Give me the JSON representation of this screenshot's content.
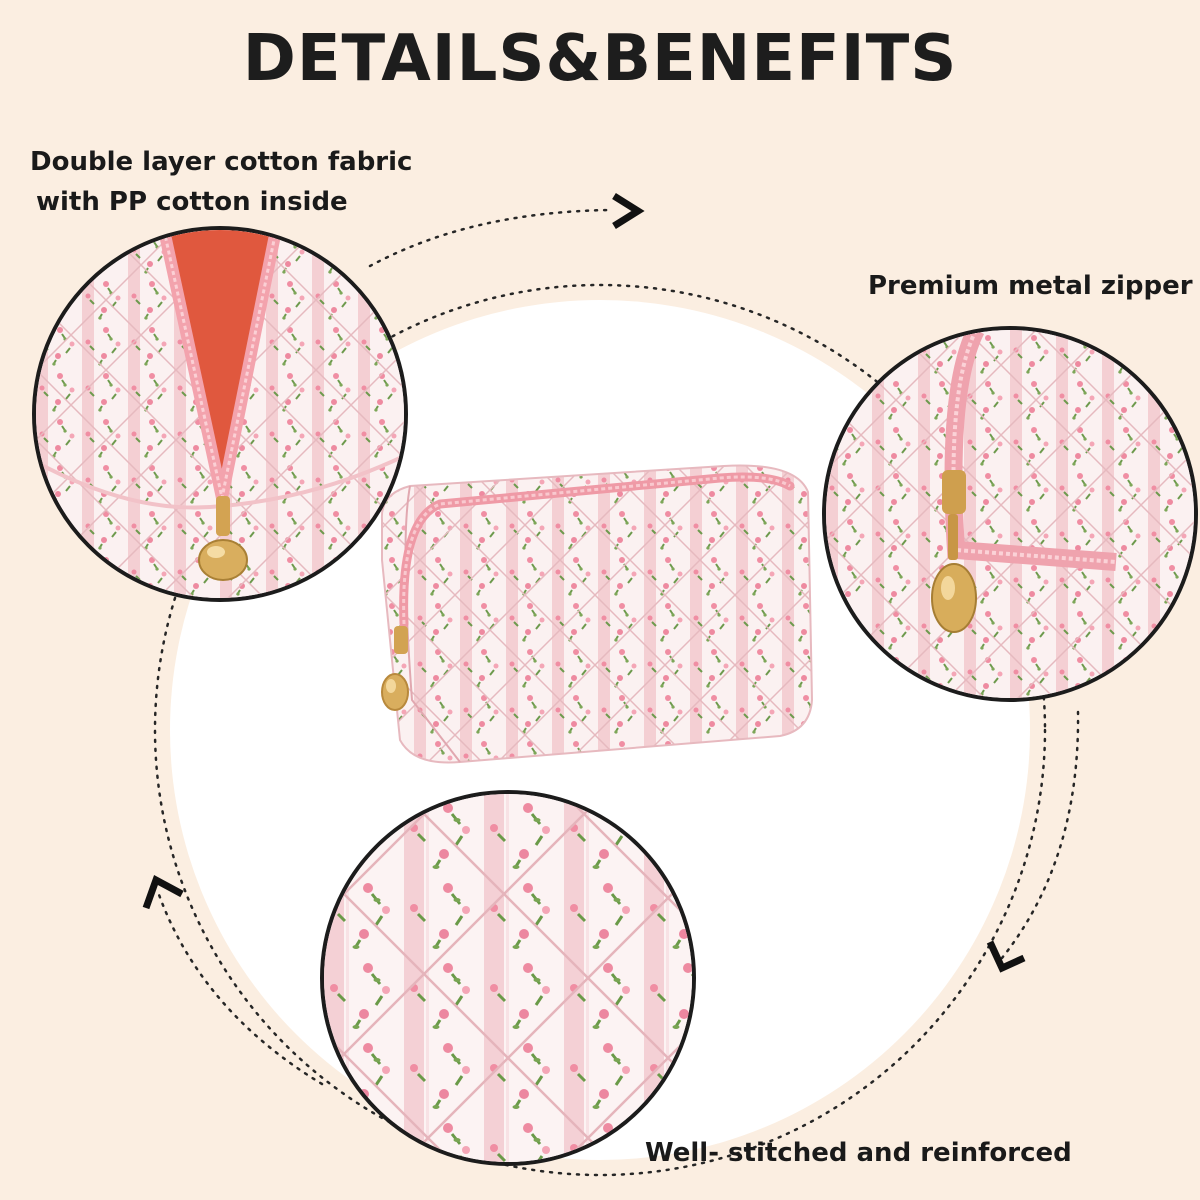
{
  "title": "DETAILS&BENEFITS",
  "callouts": {
    "fabric": {
      "line1": "Double layer cotton fabric",
      "line2": "with PP cotton inside"
    },
    "zipper": "Premium metal zipper",
    "stitching": "Well- stitched and reinforced"
  },
  "colors": {
    "background": "#fbeee1",
    "inner_circle": "#ffffff",
    "fabric_pink": "#f6d3d6",
    "stripe_pink": "#eeb8bf",
    "lining": "#e0583e",
    "zipper_gold": "#d8ad5b",
    "text": "#1a1a1a"
  }
}
